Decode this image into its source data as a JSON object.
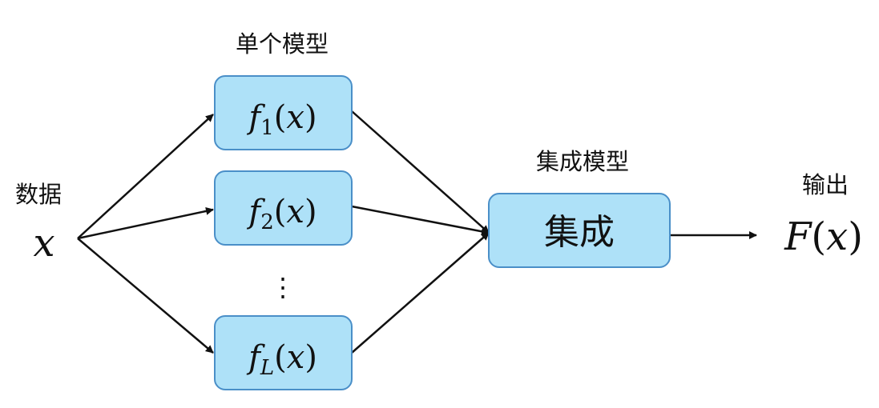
{
  "labels": {
    "single_models": "单个模型",
    "ensemble_model": "集成模型",
    "data": "数据",
    "output": "输出"
  },
  "input_variable": "x",
  "models": [
    {
      "function": "f",
      "subscript": "1",
      "argument": "x"
    },
    {
      "function": "f",
      "subscript": "2",
      "argument": "x"
    },
    {
      "function": "f",
      "subscript": "L",
      "argument": "x"
    }
  ],
  "ellipsis": "⋮",
  "ensemble_box_label": "集成",
  "output_function": {
    "function": "F",
    "argument": "x"
  },
  "colors": {
    "box_fill": "#aee1f8",
    "box_stroke": "#4a8fc8",
    "arrow": "#111111"
  }
}
